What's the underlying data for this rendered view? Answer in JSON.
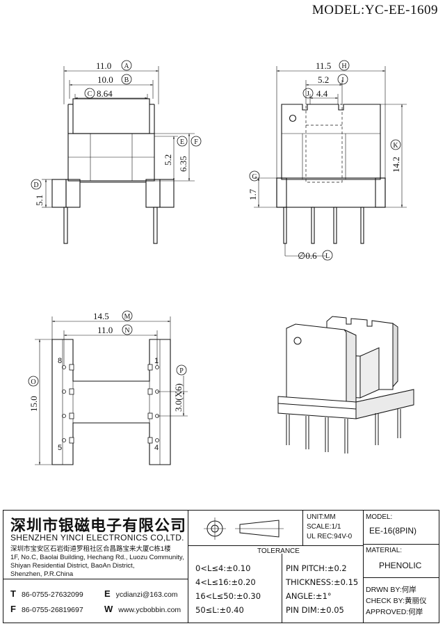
{
  "model_title": "MODEL:YC-EE-1609",
  "front_view": {
    "dim_a": "11.0",
    "tag_a": "A",
    "dim_b": "10.0",
    "tag_b": "B",
    "dim_c": "8.64",
    "tag_c": "C",
    "dim_d": "5.1",
    "tag_d": "D",
    "dim_e": "5.2",
    "tag_e": "E",
    "dim_f": "6.35",
    "tag_f": "F"
  },
  "side_view": {
    "dim_h": "11.5",
    "tag_h": "H",
    "dim_i": "5.2",
    "tag_i": "I",
    "dim_j": "4.4",
    "tag_j": "J",
    "dim_k": "14.2",
    "tag_k": "K",
    "dim_g": "1.7",
    "tag_g": "G",
    "dim_l": "∅0.6",
    "tag_l": "L"
  },
  "bottom_view": {
    "dim_m": "14.5",
    "tag_m": "M",
    "dim_n": "11.0",
    "tag_n": "N",
    "dim_o": "15.0",
    "tag_o": "O",
    "dim_p": "3.0(X6)",
    "tag_p": "P",
    "pin_8": "8",
    "pin_1": "1",
    "pin_5": "5",
    "pin_4": "4"
  },
  "title_block": {
    "company_cn": "深圳市银磁电子有限公司",
    "company_en": "SHENZHEN YINCI ELECTRONICS CO,LTD.",
    "address_cn": "深圳市宝安区石岩街道罗租社区合昌路宝来大厦C栋1楼",
    "address_en_1": "1F, No.C, Baolai Building, Hechang Rd., Luozu Community,",
    "address_en_2": "Shiyan Residential District, BaoAn District,",
    "address_en_3": "Shenzhen, P.R.China",
    "tel_label": "T",
    "tel": "86-0755-27632099",
    "fax_label": "F",
    "fax": "86-0755-26819697",
    "email_label": "E",
    "email": "ycdianzi@163.com",
    "web_label": "W",
    "web": "www.ycbobbin.com",
    "unit": "UNIT:MM",
    "scale": "SCALE:1/1",
    "ul_rec": "UL REC:94V-0",
    "model_label": "MODEL:",
    "model_value": "EE-16(8PIN)",
    "material_label": "MATERIAL:",
    "material_value": "PHENOLIC",
    "tolerance_title": "TOLERANCE",
    "tol_1": "0<L≤4:±0.10",
    "tol_2": "4<L≤16:±0.20",
    "tol_3": "16<L≤50:±0.30",
    "tol_4": "50≤L:±0.40",
    "pin_pitch": "PIN PITCH:±0.2",
    "thickness": "THICKNESS:±0.15",
    "angle": "ANGLE:±1°",
    "pin_dim": "PIN DIM:±0.05",
    "drawn_by": "DRWN BY:何岸",
    "check_by": "CHECK BY:黄丽仪",
    "approved": "APPROVED:何岸"
  }
}
